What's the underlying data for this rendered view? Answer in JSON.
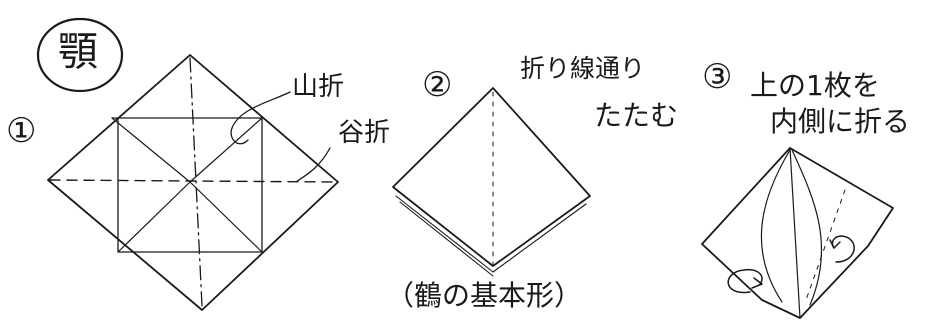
{
  "title": "顎",
  "steps": [
    {
      "number": "①",
      "labels": [
        "山折",
        "谷折"
      ]
    },
    {
      "number": "②",
      "labels": [
        "折り線通り",
        "たたむ"
      ],
      "caption": "（鶴の基本形）"
    },
    {
      "number": "③",
      "labels": [
        "上の1枚を",
        "内側に折る"
      ]
    }
  ],
  "colors": {
    "ink": "#1a1a1a",
    "paper": "#ffffff"
  }
}
